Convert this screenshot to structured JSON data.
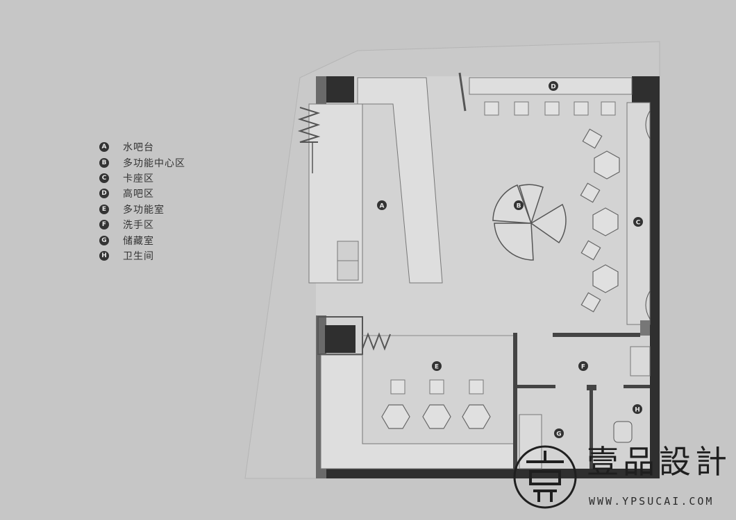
{
  "legend": [
    {
      "key": "A",
      "label": "水吧台"
    },
    {
      "key": "B",
      "label": "多功能中心区"
    },
    {
      "key": "C",
      "label": "卡座区"
    },
    {
      "key": "D",
      "label": "高吧区"
    },
    {
      "key": "E",
      "label": "多功能室"
    },
    {
      "key": "F",
      "label": "洗手区"
    },
    {
      "key": "G",
      "label": "储藏室"
    },
    {
      "key": "H",
      "label": "卫生间"
    }
  ],
  "zone_markers": {
    "A": "A",
    "B": "B",
    "C": "C",
    "D": "D",
    "E": "E",
    "F": "F",
    "G": "G",
    "H": "H"
  },
  "logo": {
    "wordmark": "壹品設計",
    "website": "WWW.YPSUCAI.COM"
  },
  "colors": {
    "background": "#c6c6c6",
    "floor": "#d4d4d4",
    "wall": "#2f2f2f",
    "furniture": "#dcdcdc",
    "outline": "#777777",
    "marker": "#333333"
  }
}
